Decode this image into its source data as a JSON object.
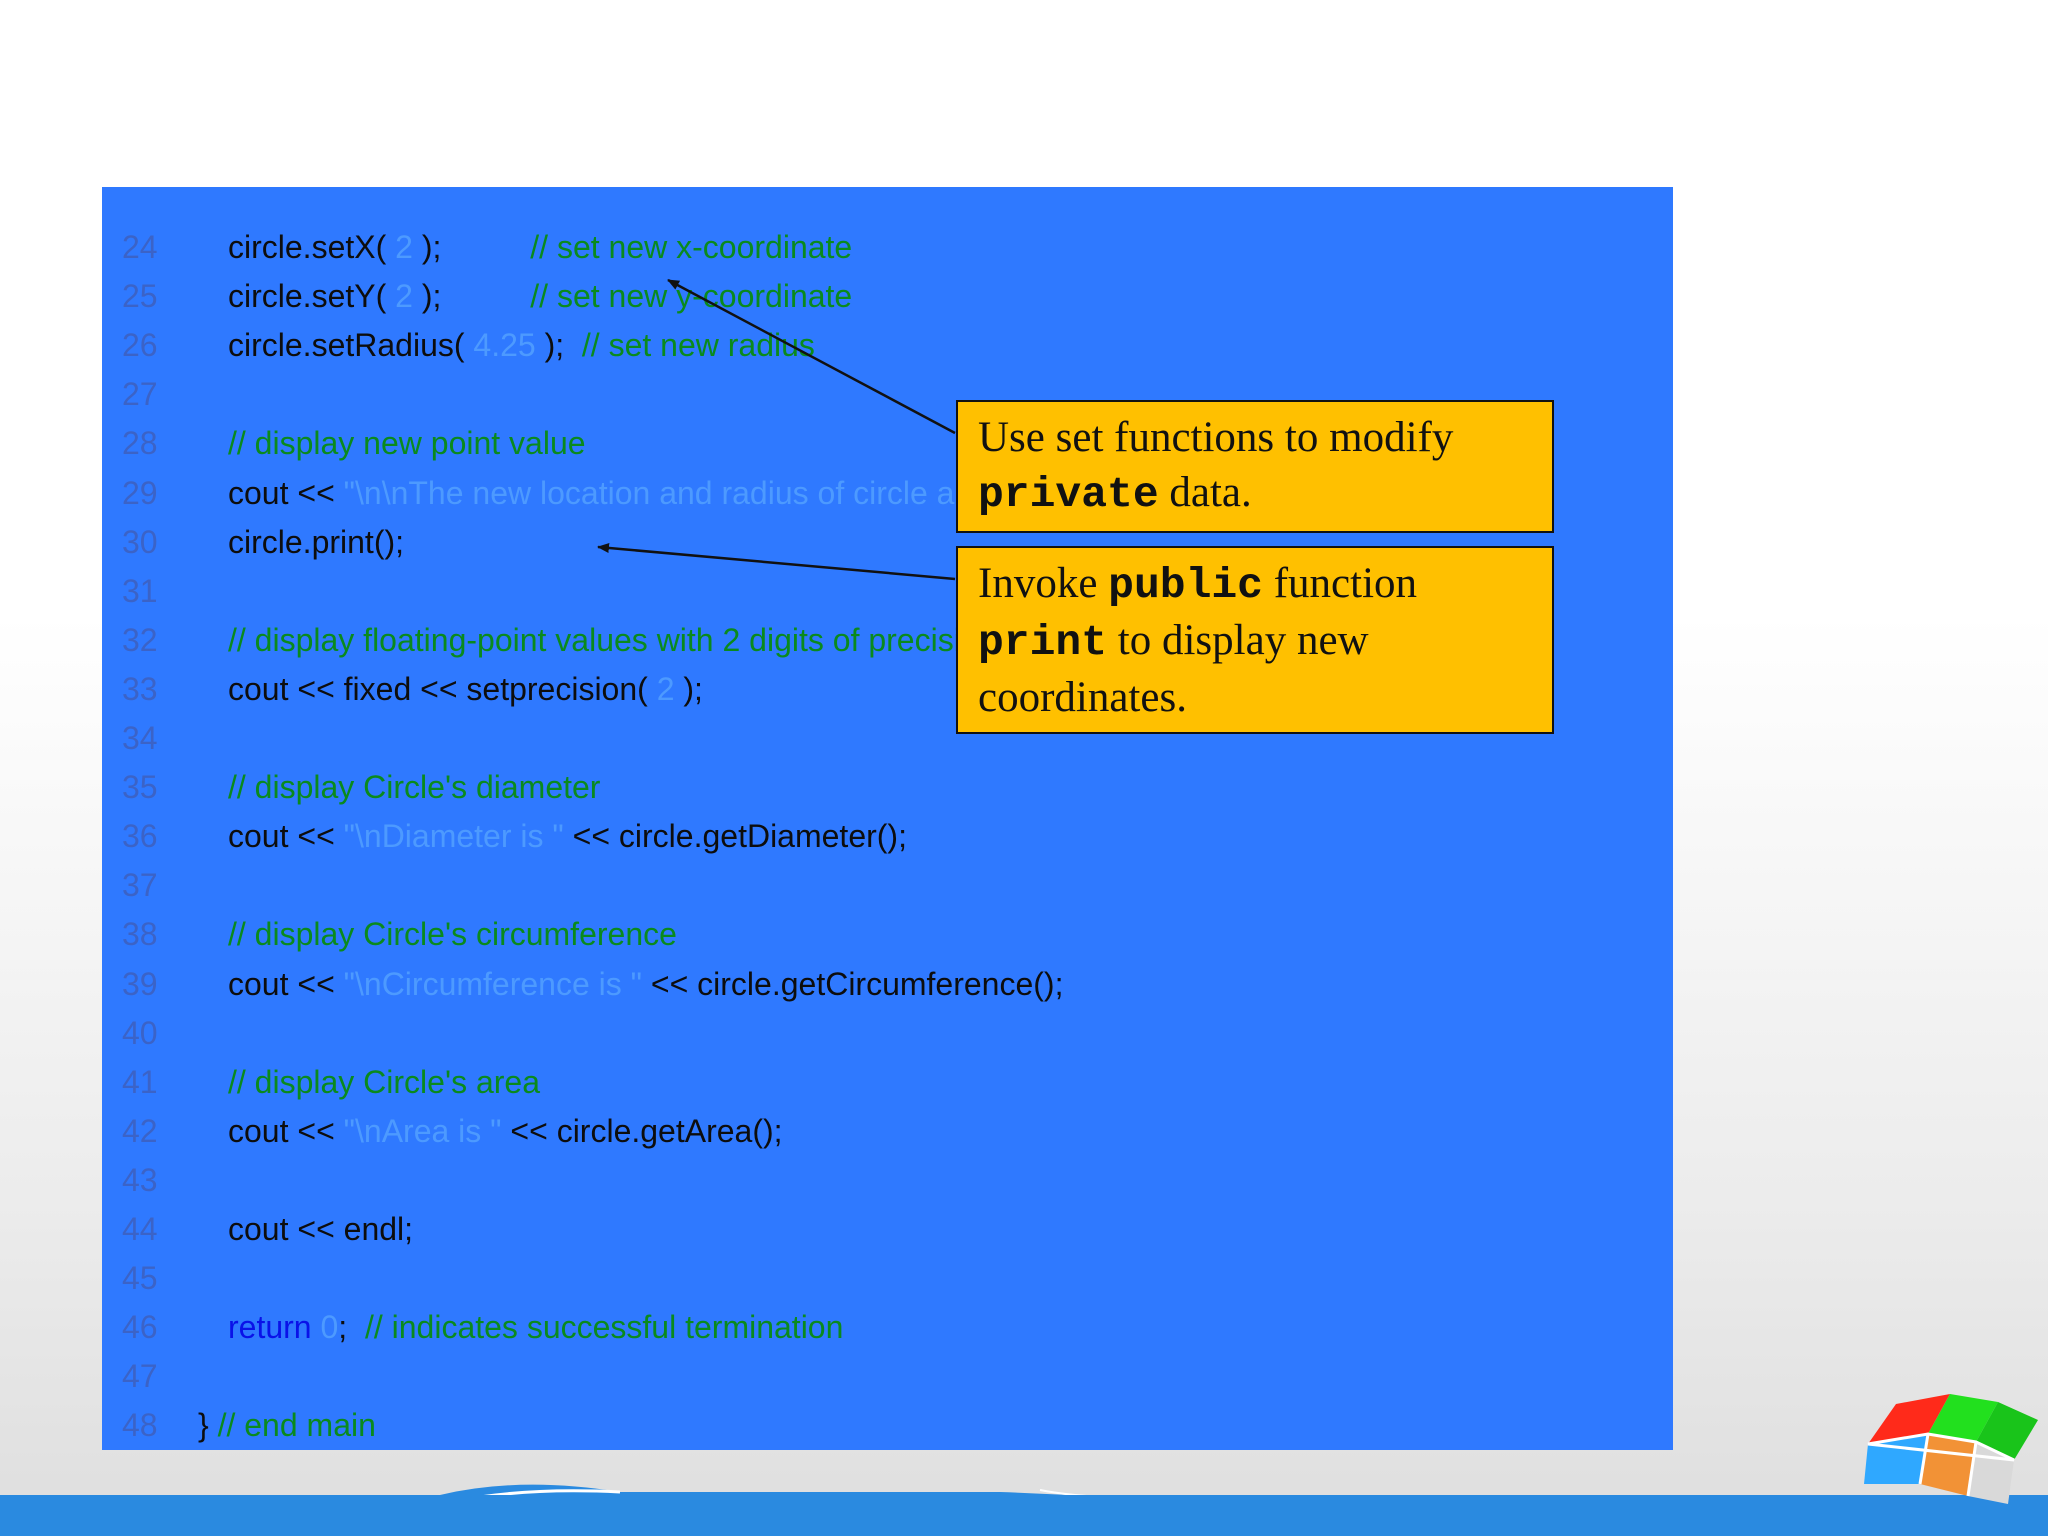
{
  "code_lines": [
    {
      "num": "24",
      "parts": [
        {
          "t": "circle.setX( ",
          "c": "k"
        },
        {
          "t": "2",
          "c": "n"
        },
        {
          "t": " );          ",
          "c": "k"
        },
        {
          "t": "// set new x-coordinate",
          "c": "c"
        }
      ]
    },
    {
      "num": "25",
      "parts": [
        {
          "t": "circle.setY( ",
          "c": "k"
        },
        {
          "t": "2",
          "c": "n"
        },
        {
          "t": " );          ",
          "c": "k"
        },
        {
          "t": "// set new y-coordinate",
          "c": "c"
        }
      ]
    },
    {
      "num": "26",
      "parts": [
        {
          "t": "circle.setRadius( ",
          "c": "k"
        },
        {
          "t": "4.25",
          "c": "n"
        },
        {
          "t": " );  ",
          "c": "k"
        },
        {
          "t": "// set new radius",
          "c": "c"
        }
      ]
    },
    {
      "num": "27",
      "parts": []
    },
    {
      "num": "28",
      "parts": [
        {
          "t": "// display new point value",
          "c": "c"
        }
      ]
    },
    {
      "num": "29",
      "parts": [
        {
          "t": "cout << ",
          "c": "k"
        },
        {
          "t": "\"\\n\\nThe new location and radius of circle are\\n\"",
          "c": "s"
        }
      ]
    },
    {
      "num": "30",
      "parts": [
        {
          "t": "circle.print();",
          "c": "k"
        }
      ]
    },
    {
      "num": "31",
      "parts": []
    },
    {
      "num": "32",
      "parts": [
        {
          "t": "// display floating-point values with 2 digits of precision",
          "c": "c"
        }
      ]
    },
    {
      "num": "33",
      "parts": [
        {
          "t": "cout << fixed << setprecision( ",
          "c": "k"
        },
        {
          "t": "2",
          "c": "n"
        },
        {
          "t": " );",
          "c": "k"
        }
      ]
    },
    {
      "num": "34",
      "parts": []
    },
    {
      "num": "35",
      "parts": [
        {
          "t": "// display Circle's diameter",
          "c": "c"
        }
      ]
    },
    {
      "num": "36",
      "parts": [
        {
          "t": "cout << ",
          "c": "k"
        },
        {
          "t": "\"\\nDiameter is \"",
          "c": "s"
        },
        {
          "t": " << circle.getDiameter();",
          "c": "k"
        }
      ]
    },
    {
      "num": "37",
      "parts": []
    },
    {
      "num": "38",
      "parts": [
        {
          "t": "// display Circle's circumference",
          "c": "c"
        }
      ]
    },
    {
      "num": "39",
      "parts": [
        {
          "t": "cout << ",
          "c": "k"
        },
        {
          "t": "\"\\nCircumference is \"",
          "c": "s"
        },
        {
          "t": " << circle.getCircumference();",
          "c": "k"
        }
      ]
    },
    {
      "num": "40",
      "parts": []
    },
    {
      "num": "41",
      "parts": [
        {
          "t": "// display Circle's area",
          "c": "c"
        }
      ]
    },
    {
      "num": "42",
      "parts": [
        {
          "t": "cout << ",
          "c": "k"
        },
        {
          "t": "\"\\nArea is \"",
          "c": "s"
        },
        {
          "t": " << circle.getArea();",
          "c": "k"
        }
      ]
    },
    {
      "num": "43",
      "parts": []
    },
    {
      "num": "44",
      "parts": [
        {
          "t": "cout << endl;",
          "c": "k"
        }
      ]
    },
    {
      "num": "45",
      "parts": []
    },
    {
      "num": "46",
      "parts": [
        {
          "t": "return ",
          "c": "kw"
        },
        {
          "t": "0",
          "c": "n"
        },
        {
          "t": ";  ",
          "c": "k"
        },
        {
          "t": "// indicates successful termination",
          "c": "c"
        }
      ]
    },
    {
      "num": "47",
      "parts": []
    },
    {
      "num": "48",
      "parts": [
        {
          "t": "} ",
          "c": "k"
        },
        {
          "t": "// end main",
          "c": "c"
        }
      ],
      "outdent": true
    }
  ],
  "callouts": {
    "set_functions": {
      "line1": "Use set functions to modify",
      "keyword": "private",
      "line2_rest": " data."
    },
    "print_function": {
      "prefix": "Invoke ",
      "keyword1": "public",
      "suffix1": " function",
      "keyword2": "print",
      "suffix2": " to display new",
      "line3": "coordinates."
    }
  },
  "colors": {
    "panel": "#2f79ff",
    "callout": "#ffc000",
    "comment": "#0a8a1d",
    "string": "#4d9aff",
    "keyword": "#0a12e8"
  }
}
